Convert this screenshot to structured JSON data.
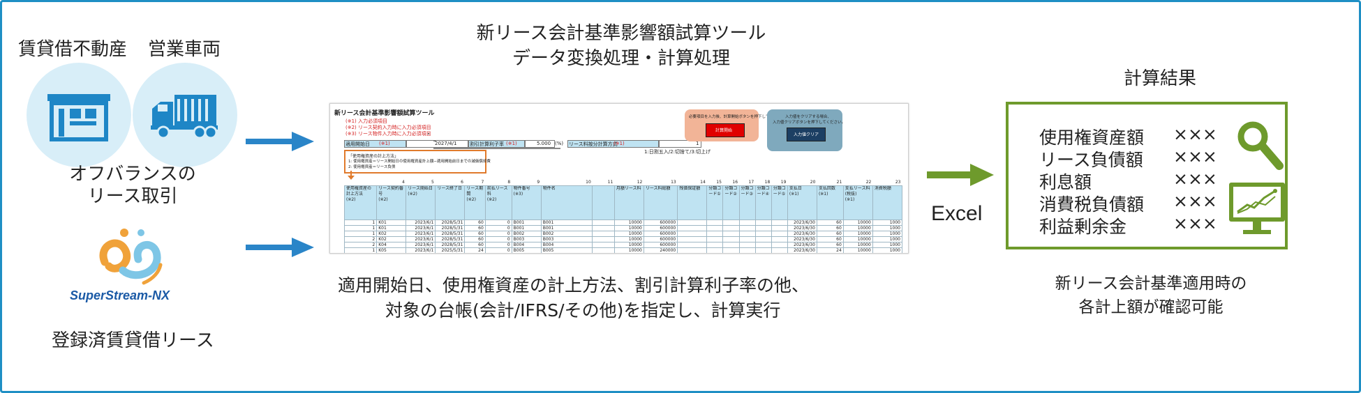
{
  "sources": {
    "real_estate_label": "賃貸借不動産",
    "vehicle_label": "営業車両",
    "offbalance_line1": "オフバランスの",
    "offbalance_line2": "リース取引",
    "superstream_logo_text": "SuperStream-NX",
    "registered_label": "登録済賃貸借リース"
  },
  "tool": {
    "title_line1": "新リース会計基準影響額試算ツール",
    "title_line2": "データ変換処理・計算処理",
    "caption_line1": "適用開始日、使用権資産の計上方法、割引計算利子率の他、",
    "caption_line2": "対象の台帳(会計/IFRS/その他)を指定し、計算実行"
  },
  "sheet": {
    "title": "新リース会計基準影響額試算ツール",
    "notes": [
      "(※1) 入力必須項目",
      "(※2) リース契約入力時に入力必須項目",
      "(※3) リース物件入力時に入力必須項目"
    ],
    "start_date_label": "適用開始日",
    "start_date_mark": "(※1)",
    "start_date_value": "2027/4/1",
    "rate_label": "割引計算利子率",
    "rate_mark": "(※1)",
    "rate_value": "5.000",
    "rate_unit": "(%)",
    "method_label": "リース料按分計算方式",
    "method_mark": "(※1)",
    "method_value": "1",
    "method_note": "1:日割五入/2:切捨て/3:切上げ",
    "orange_note_title": "「使用権資産の計上方法」",
    "orange_note_1": "1: 使用権資産＝リース開始日の使用権資産計上額−適用開始前日までの減価償却費",
    "orange_note_2": "2: 使用権資産＝リース負債",
    "run_hint": "必要項目を入力後、計算開始ボタンを押下してください。",
    "run_button": "計算開始",
    "clear_hint_1": "入力値をクリアする場合、",
    "clear_hint_2": "入力値クリアボタンを押下してください。",
    "clear_button": "入力値クリア",
    "col_numbers": [
      "",
      "4",
      "5",
      "6",
      "7",
      "8",
      "9",
      "10",
      "11",
      "12",
      "13",
      "14",
      "15",
      "16",
      "17",
      "18",
      "19",
      "20",
      "21",
      "22",
      "23"
    ],
    "headers": [
      "使用権資産の計上方法\n(※2)",
      "リース契約番号\n(※2)",
      "リース開始日\n(※2)",
      "リース終了日",
      "リース期間\n(※2)",
      "前払リース料\n(※2)",
      "物件番号\n(※3)",
      "物件名",
      "",
      "月額リース料",
      "リース料総額",
      "残価保証額",
      "分類コード①",
      "分類コード②",
      "分類コード③",
      "分類コード④",
      "分類コード⑤",
      "支払日\n(※1)",
      "支払回数\n(※1)",
      "支払リース料\n(税抜)\n(※1)",
      "消費税額"
    ],
    "rows": [
      [
        "1",
        "K01",
        "2023/6/1",
        "2028/5/31",
        "60",
        "0",
        "B001",
        "B001",
        "",
        "10000",
        "600000",
        "",
        "",
        "",
        "",
        "",
        "",
        "2023/6/30",
        "60",
        "10000",
        "1000"
      ],
      [
        "1",
        "K01",
        "2023/6/1",
        "2028/5/31",
        "60",
        "0",
        "B001",
        "B001",
        "",
        "10000",
        "600000",
        "",
        "",
        "",
        "",
        "",
        "",
        "2023/6/30",
        "60",
        "10000",
        "1000"
      ],
      [
        "1",
        "K02",
        "2023/6/1",
        "2028/5/31",
        "60",
        "0",
        "B002",
        "B002",
        "",
        "10000",
        "600000",
        "",
        "",
        "",
        "",
        "",
        "",
        "2023/6/30",
        "60",
        "10000",
        "1000"
      ],
      [
        "2",
        "K02",
        "2023/6/1",
        "2028/5/31",
        "60",
        "0",
        "B003",
        "B003",
        "",
        "10000",
        "600000",
        "",
        "",
        "",
        "",
        "",
        "",
        "2023/6/30",
        "60",
        "10000",
        "1000"
      ],
      [
        "2",
        "K04",
        "2023/6/1",
        "2028/5/31",
        "60",
        "0",
        "B004",
        "B004",
        "",
        "10000",
        "600000",
        "",
        "",
        "",
        "",
        "",
        "",
        "2023/6/30",
        "60",
        "10000",
        "1000"
      ],
      [
        "1",
        "K05",
        "2023/6/1",
        "2025/5/31",
        "24",
        "0",
        "B005",
        "B005",
        "",
        "10000",
        "240000",
        "",
        "",
        "",
        "",
        "",
        "",
        "2023/6/30",
        "24",
        "10000",
        "1000"
      ]
    ]
  },
  "excel_label": "Excel",
  "result": {
    "title": "計算結果",
    "rows": [
      {
        "label": "使用権資産額",
        "value": "×××"
      },
      {
        "label": "リース負債額",
        "value": "×××"
      },
      {
        "label": "利息額",
        "value": "×××"
      },
      {
        "label": "消費税負債額",
        "value": "×××"
      },
      {
        "label": "利益剰余金",
        "value": "×××"
      }
    ],
    "caption_line1": "新リース会計基準適用時の",
    "caption_line2": "各計上額が確認可能"
  },
  "colors": {
    "frame": "#1f8fc4",
    "blue_arrow": "#2a85c8",
    "green": "#6e9a2c",
    "circle": "#d8eef8",
    "icon_blue": "#1e86c6"
  }
}
